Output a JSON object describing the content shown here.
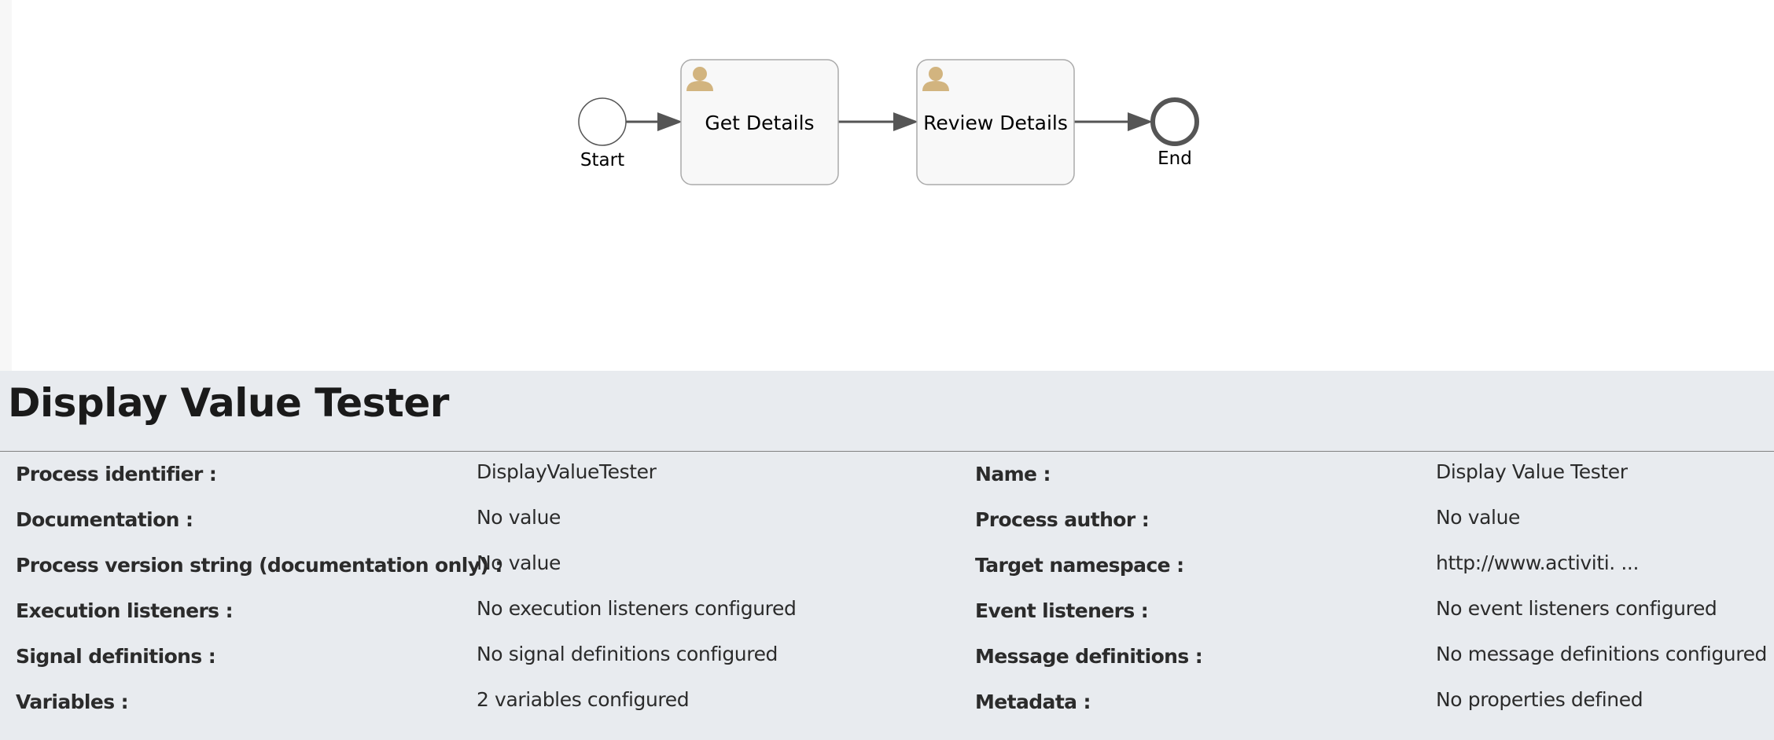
{
  "diagram": {
    "start_label": "Start",
    "end_label": "End",
    "tasks": [
      {
        "label": "Get Details",
        "icon": "user-icon"
      },
      {
        "label": "Review Details",
        "icon": "user-icon"
      }
    ],
    "colors": {
      "task_fill": "#f8f8f8",
      "task_stroke": "#aaaaaa",
      "flow": "#555555",
      "user_icon": "#d2b47f"
    }
  },
  "panel": {
    "title": "Display Value Tester",
    "left_rows": [
      {
        "label": "Process identifier :",
        "value": "DisplayValueTester"
      },
      {
        "label": "Documentation :",
        "value": "No value"
      },
      {
        "label": "Process version string (documentation only) :",
        "value": "No value"
      },
      {
        "label": "Execution listeners :",
        "value": "No execution listeners configured"
      },
      {
        "label": "Signal definitions :",
        "value": "No signal definitions configured"
      },
      {
        "label": "Variables :",
        "value": "2 variables configured"
      }
    ],
    "right_rows": [
      {
        "label": "Name :",
        "value": "Display Value Tester"
      },
      {
        "label": "Process author :",
        "value": "No value"
      },
      {
        "label": "Target namespace :",
        "value": "http://www.activiti. ..."
      },
      {
        "label": "Event listeners :",
        "value": "No event listeners configured"
      },
      {
        "label": "Message definitions :",
        "value": "No message definitions configured"
      },
      {
        "label": "Metadata :",
        "value": "No properties defined"
      }
    ]
  }
}
